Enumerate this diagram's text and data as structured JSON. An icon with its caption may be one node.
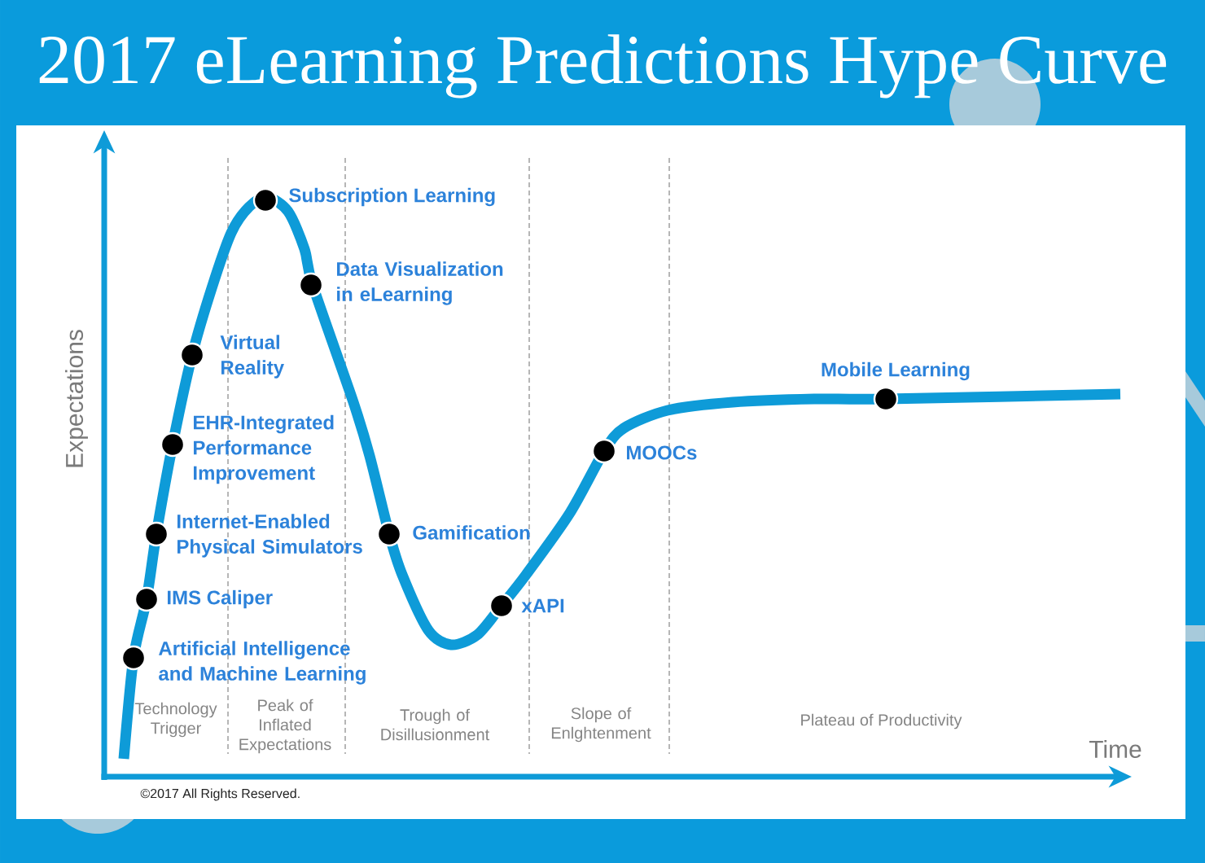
{
  "diagram": {
    "title": "2017 eLearning Predictions Hype Curve",
    "nodes": [
      {
        "text": [],
        "shape": "circle",
        "beside": [
          "Artificial Intelligence and Machine Learning"
        ]
      },
      {
        "text": [],
        "shape": "circle",
        "beside": [
          "IMS Caliper"
        ]
      },
      {
        "text": [],
        "shape": "circle",
        "beside": [
          "Internet-Enabled Physical Simulators"
        ]
      },
      {
        "text": [],
        "shape": "circle",
        "beside": [
          "EHR-Integrated Performance Improvement"
        ]
      },
      {
        "text": [],
        "shape": "circle",
        "beside": [
          "Virtual Reality"
        ]
      },
      {
        "text": [],
        "shape": "circle",
        "beside": [
          "Subscription Learning"
        ]
      },
      {
        "text": [],
        "shape": "circle",
        "beside": [
          "Data Visualization in eLearning"
        ]
      },
      {
        "text": [],
        "shape": "circle",
        "beside": [
          "Gamification"
        ]
      },
      {
        "text": [],
        "shape": "circle",
        "beside": [
          "xAPI"
        ]
      },
      {
        "text": [],
        "shape": "circle",
        "beside": [
          "MOOCs"
        ]
      },
      {
        "text": [],
        "shape": "circle",
        "beside": [
          "Mobile Learning"
        ]
      }
    ],
    "labels": [
      "Expectations",
      "Technology Trigger",
      "Peak of Inflated Expectations",
      "Trough of Disillusionment",
      "Slope of Enlghtenment",
      "Plateau of Productivity",
      "Time",
      "©2017 All Rights Reserved."
    ]
  }
}
